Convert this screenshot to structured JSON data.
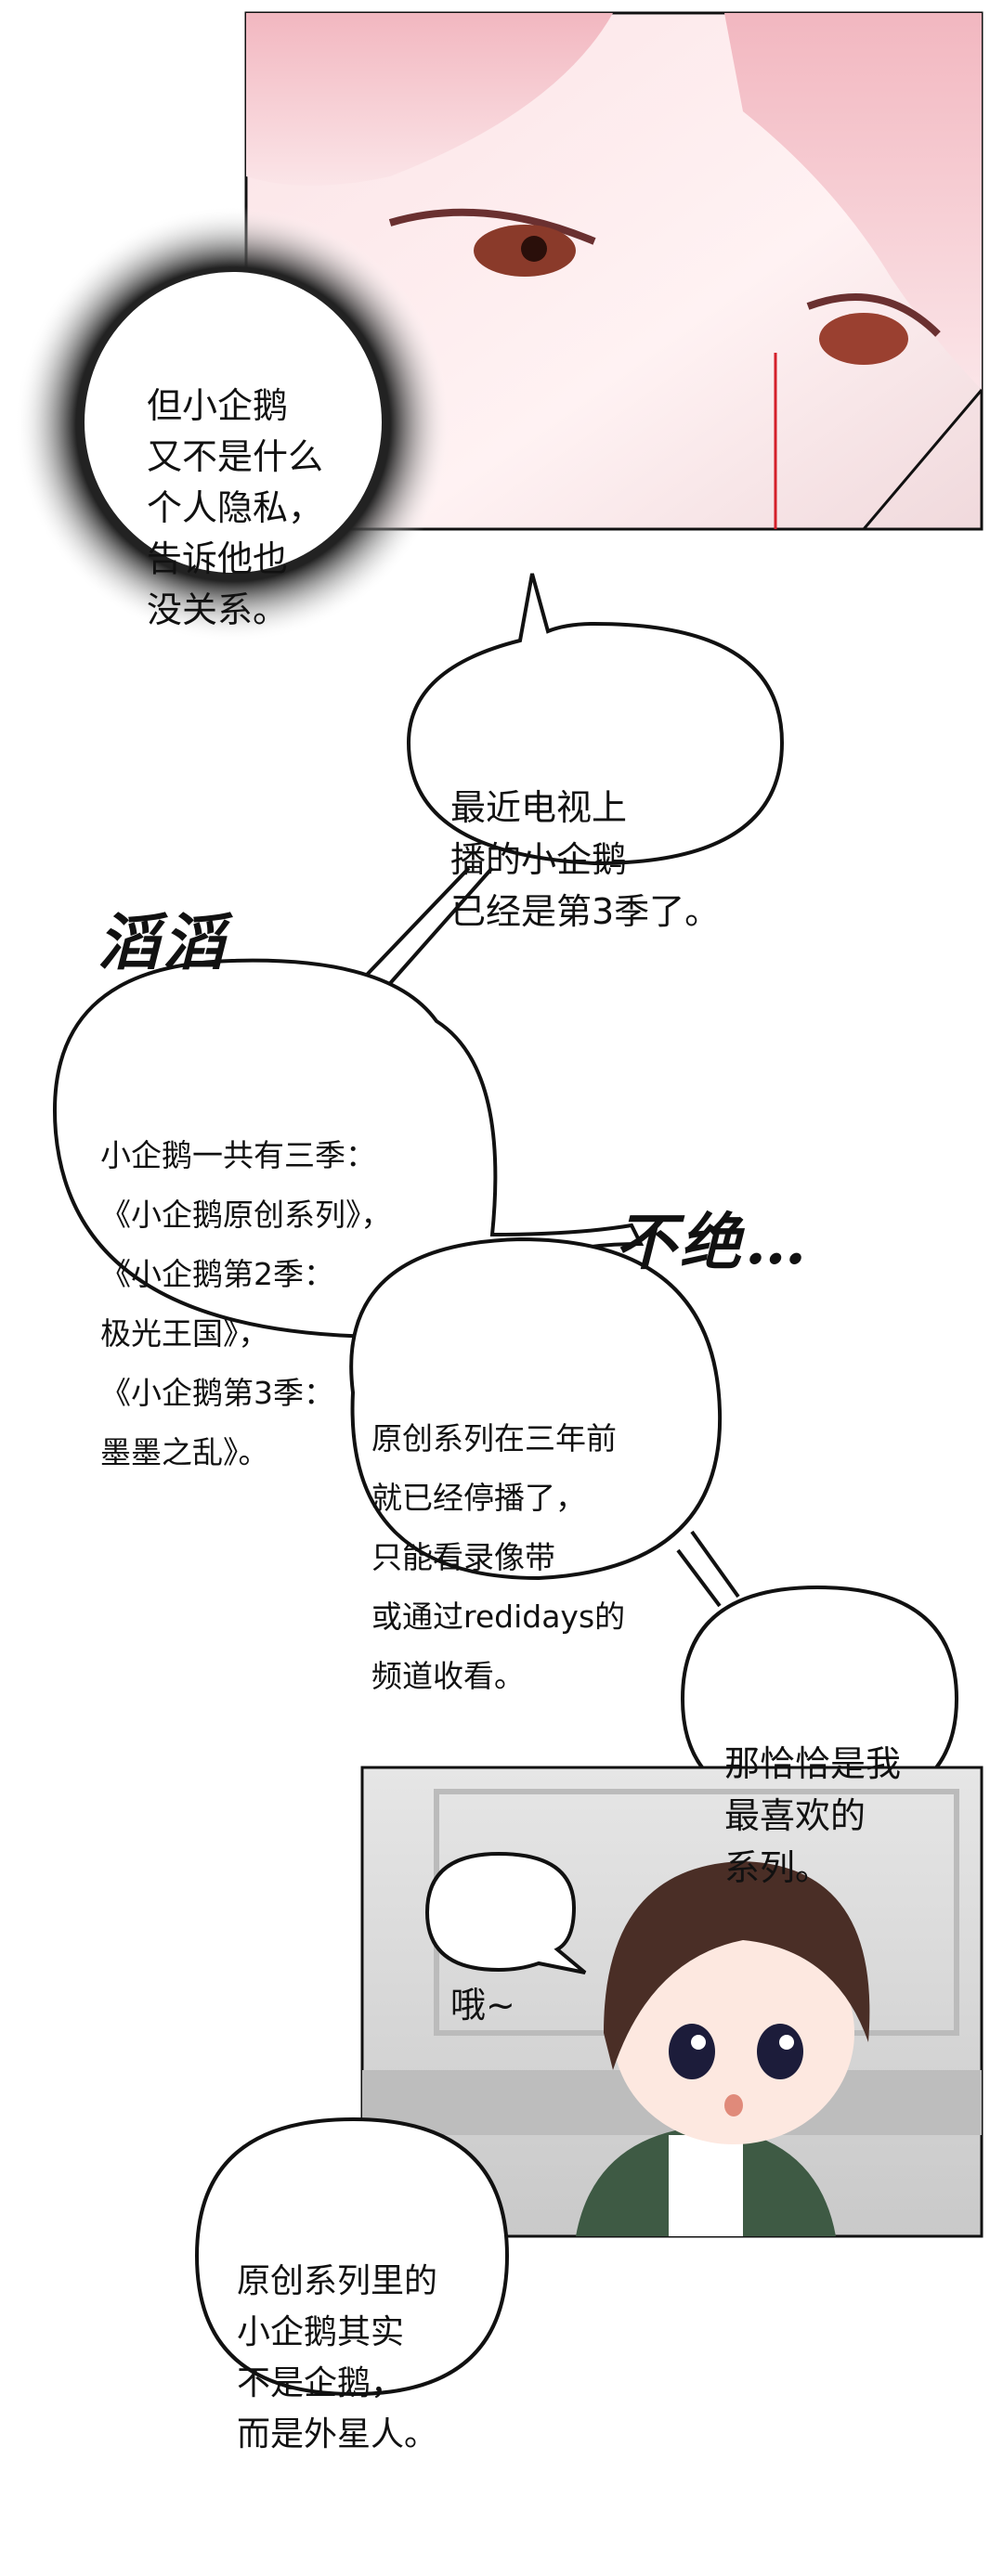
{
  "panels": {
    "top": {
      "description_icon": "pink-hair-eyes-closeup"
    },
    "bottom": {
      "description_icon": "chibi-boy-plaid-shirt"
    }
  },
  "bubbles": [
    {
      "id": "spiky",
      "lines": [
        "但小企鹅",
        "又不是什么",
        "个人隐私，",
        "告诉他也",
        "没关系。"
      ]
    },
    {
      "id": "tv",
      "lines": [
        "最近电视上",
        "播的小企鹅",
        "已经是第3季了。"
      ]
    },
    {
      "id": "seasons",
      "lines": [
        "小企鹅一共有三季：",
        "《小企鹅原创系列》，",
        "《小企鹅第2季：",
        "极光王国》，",
        "《小企鹅第3季：",
        "墨墨之乱》。"
      ]
    },
    {
      "id": "original",
      "lines": [
        "原创系列在三年前",
        "就已经停播了，",
        "只能看录像带",
        "或通过redidays的",
        "频道收看。"
      ]
    },
    {
      "id": "favorite",
      "lines": [
        "那恰恰是我",
        "最喜欢的",
        "系列。"
      ]
    },
    {
      "id": "oh",
      "lines": [
        "哦~"
      ]
    },
    {
      "id": "alien",
      "lines": [
        "原创系列里的",
        "小企鹅其实",
        "不是企鹅，",
        "而是外星人。"
      ]
    }
  ],
  "sfx": {
    "taotao": "滔滔",
    "bujue": "不绝…"
  },
  "colors": {
    "hair_pink": "#f4c6cc",
    "eye_red": "#c0392b",
    "wall_gray": "#d9d9d9",
    "shirt_green": "#3e5a44",
    "hair_brown": "#4a2e26"
  }
}
